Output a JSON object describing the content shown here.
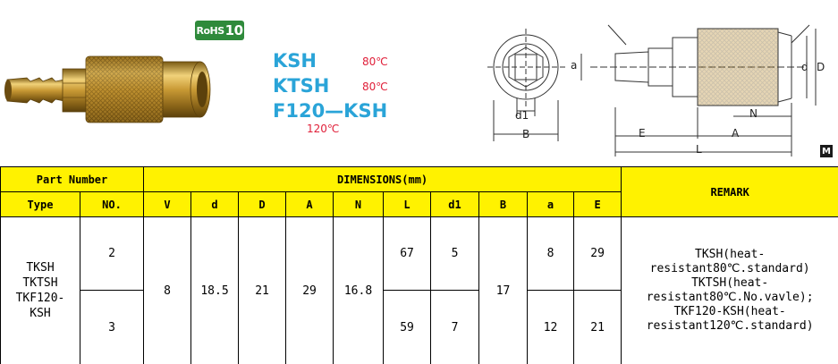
{
  "header": {
    "rohs_prefix": "RoHS",
    "rohs_number": "10",
    "models": [
      {
        "name": "KSH",
        "temp": "80℃"
      },
      {
        "name": "KTSH",
        "temp": "80℃"
      },
      {
        "name": "F120—KSH",
        "temp": "120℃"
      }
    ],
    "badge": "M"
  },
  "drawing_labels": {
    "d1": "d1",
    "B": "B",
    "a": "a",
    "d": "d",
    "D": "D",
    "N": "N",
    "A": "A",
    "E": "E",
    "L": "L"
  },
  "table": {
    "group_part_number": "Part Number",
    "group_dimensions": "DIMENSIONS(mm)",
    "remark_header": "REMARK",
    "col_type": "Type",
    "col_no": "NO.",
    "dim_cols": [
      "V",
      "d",
      "D",
      "A",
      "N",
      "L",
      "d1",
      "B",
      "a",
      "E"
    ],
    "type_lines": [
      "TKSH",
      "TKTSH",
      "TKF120-",
      "KSH"
    ],
    "rows": [
      {
        "no": "2",
        "L": "67",
        "d1": "5",
        "a": "8",
        "E": "29"
      },
      {
        "no": "3",
        "L": "59",
        "d1": "7",
        "a": "12",
        "E": "21"
      }
    ],
    "shared": {
      "V": "8",
      "d": "18.5",
      "D": "21",
      "A": "29",
      "N": "16.8",
      "B": "17"
    },
    "remark_lines": [
      "TKSH(heat-",
      "resistant80℃.standard)",
      "TKTSH(heat-",
      "resistant80℃.No.vavle);",
      "TKF120-KSH(heat-",
      "resistant120℃.standard)"
    ]
  }
}
